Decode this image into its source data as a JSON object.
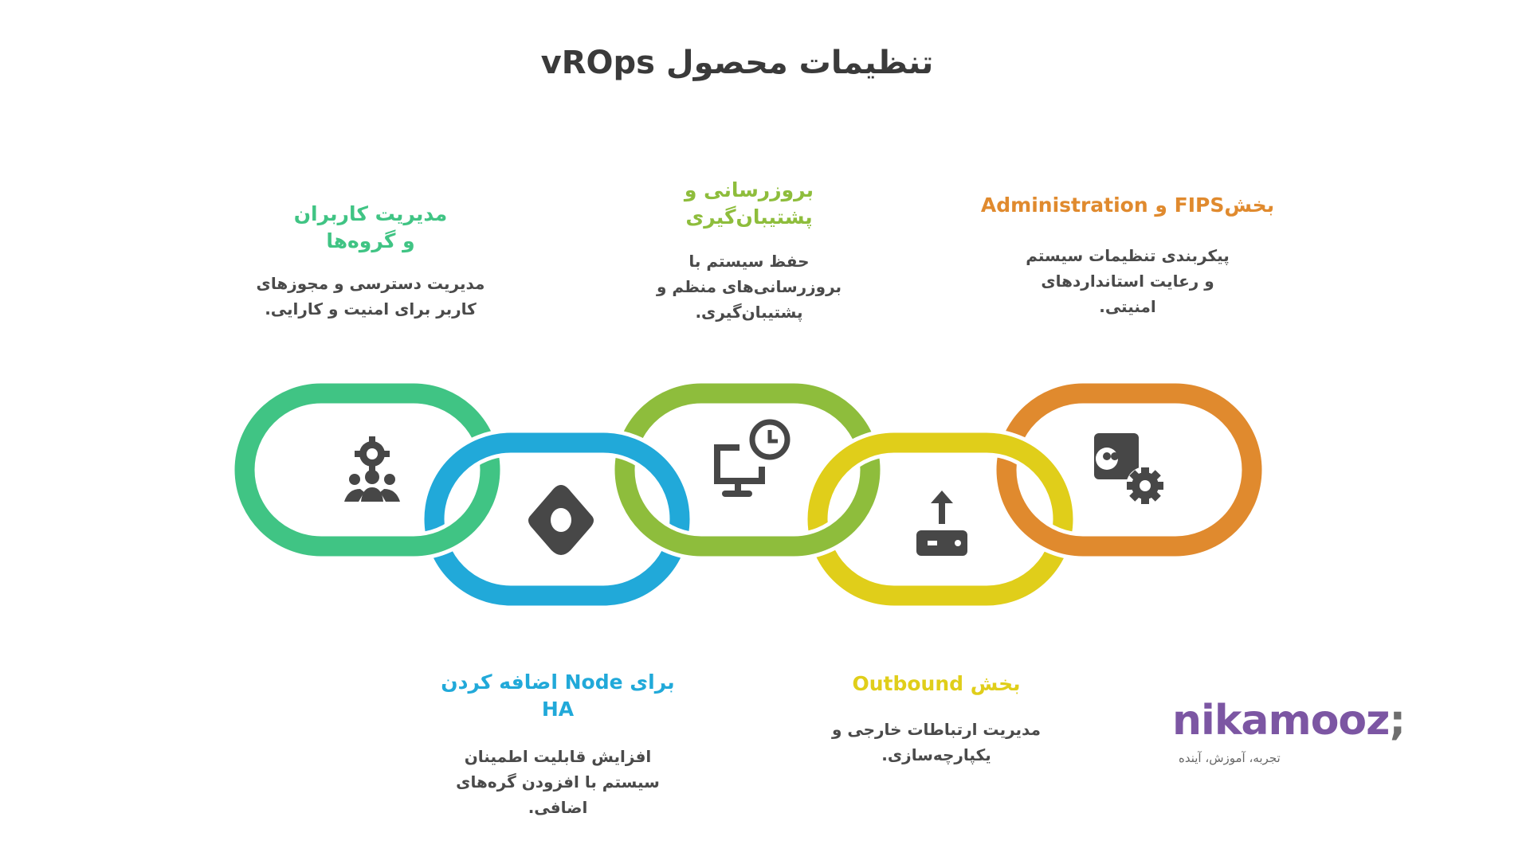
{
  "title": "تنظیمات محصول vROps",
  "colors": {
    "green": "#40C484",
    "blue": "#21A9D9",
    "lime": "#8EBD3C",
    "yellow": "#E0CE1A",
    "orange": "#E08A2E",
    "icon": "#474747",
    "text": "#4a4a4a"
  },
  "sections": [
    {
      "title": "مدیریت کاربران و گروه‌ها",
      "body": "مدیریت دسترسی و مجوزهای کاربر برای امنیت و کارایی.",
      "icon": "user-group-gear-icon"
    },
    {
      "title": "برای Node اضافه کردن HA",
      "body": "افزایش قابلیت اطمینان سیستم با افزودن گره‌های اضافی.",
      "icon": "diamond-node-icon"
    },
    {
      "title": "بروزرسانی و پشتیبان‌گیری",
      "body": "حفظ سیستم با بروزرسانی‌های منظم و پشتیبان‌گیری.",
      "icon": "monitor-clock-icon"
    },
    {
      "title": "بخش Outbound",
      "body": "مدیریت ارتباطات خارجی و یکپارچه‌سازی.",
      "icon": "router-upload-icon"
    },
    {
      "title": "بخشFIPS و Administration",
      "body": "پیکربندی تنظیمات سیستم و رعایت استانداردهای امنیتی.",
      "icon": "admin-settings-icon"
    }
  ],
  "logo": {
    "name": "nikamooz",
    "semicolon": ";",
    "tagline": "تجربه، آموزش، آینده"
  }
}
